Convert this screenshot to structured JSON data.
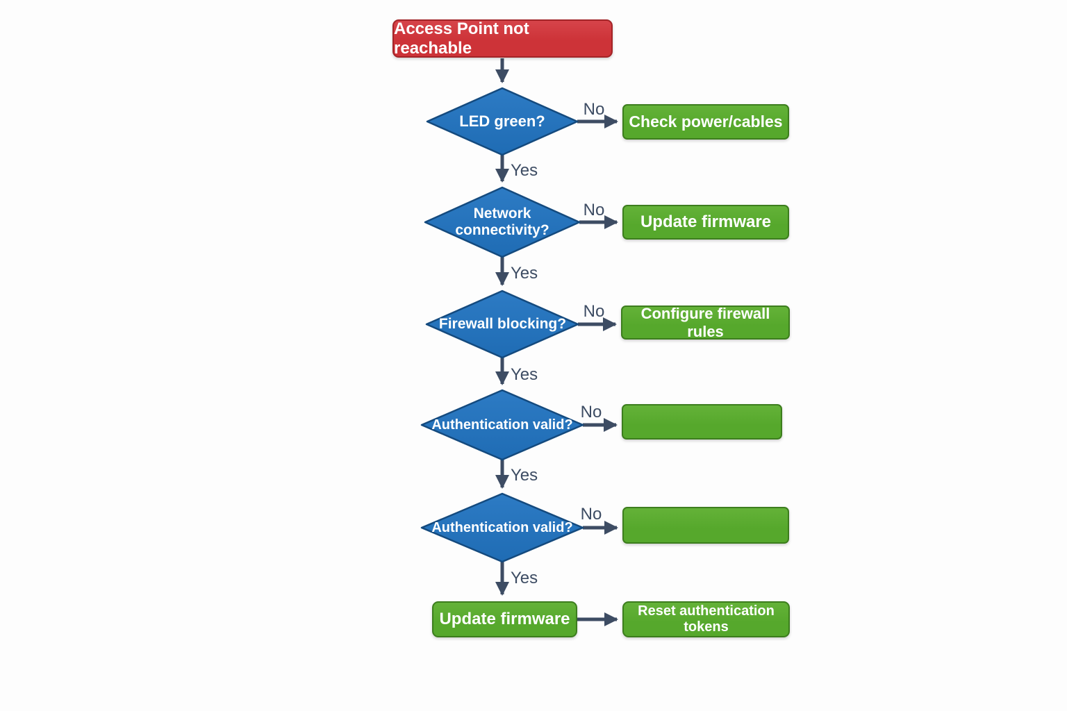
{
  "diagram": {
    "type": "flowchart",
    "start": {
      "label": "Access Point not reachable"
    },
    "decisions": [
      {
        "question": "LED green?",
        "no_action": "Check power/cables"
      },
      {
        "question": "Network connectivity?",
        "no_action": "Update firmware"
      },
      {
        "question": "Firewall blocking?",
        "no_action": "Configure firewall rules"
      },
      {
        "question": "Authentication valid?",
        "no_action": ""
      },
      {
        "question": "Authentication valid?",
        "no_action": ""
      }
    ],
    "final_steps": [
      {
        "label": "Update firmware"
      },
      {
        "label": "Reset authentication tokens"
      }
    ],
    "edge_labels": {
      "yes": "Yes",
      "no": "No"
    },
    "colors": {
      "start_fill": "#cd3338",
      "start_border": "#a32427",
      "decision_fill": "#1f6cb4",
      "decision_fill_light": "#2d7bc4",
      "decision_border": "#144a7e",
      "action_fill": "#56a82c",
      "action_border": "#3c7d1d",
      "connector": "#3d4c63",
      "node_text": "#ffffff"
    }
  }
}
